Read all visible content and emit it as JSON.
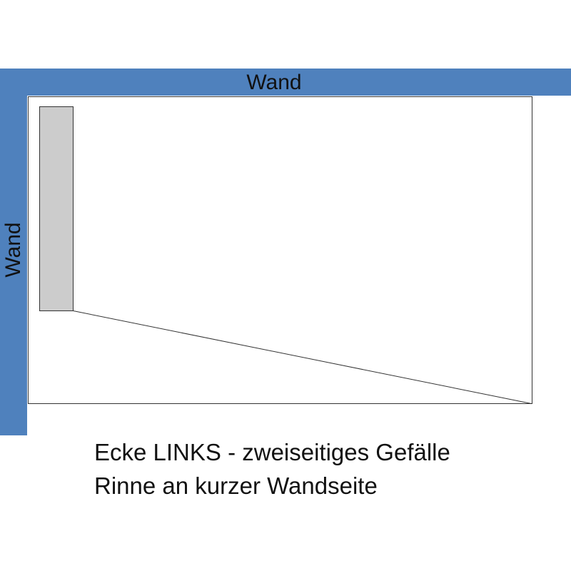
{
  "walls": {
    "top_label": "Wand",
    "left_label": "Wand",
    "color": "#4f81bd"
  },
  "drain": {
    "color": "#cccccc"
  },
  "caption": {
    "line1": "Ecke LINKS - zweiseitiges Gefälle",
    "line2": "Rinne an kurzer Wandseite"
  }
}
